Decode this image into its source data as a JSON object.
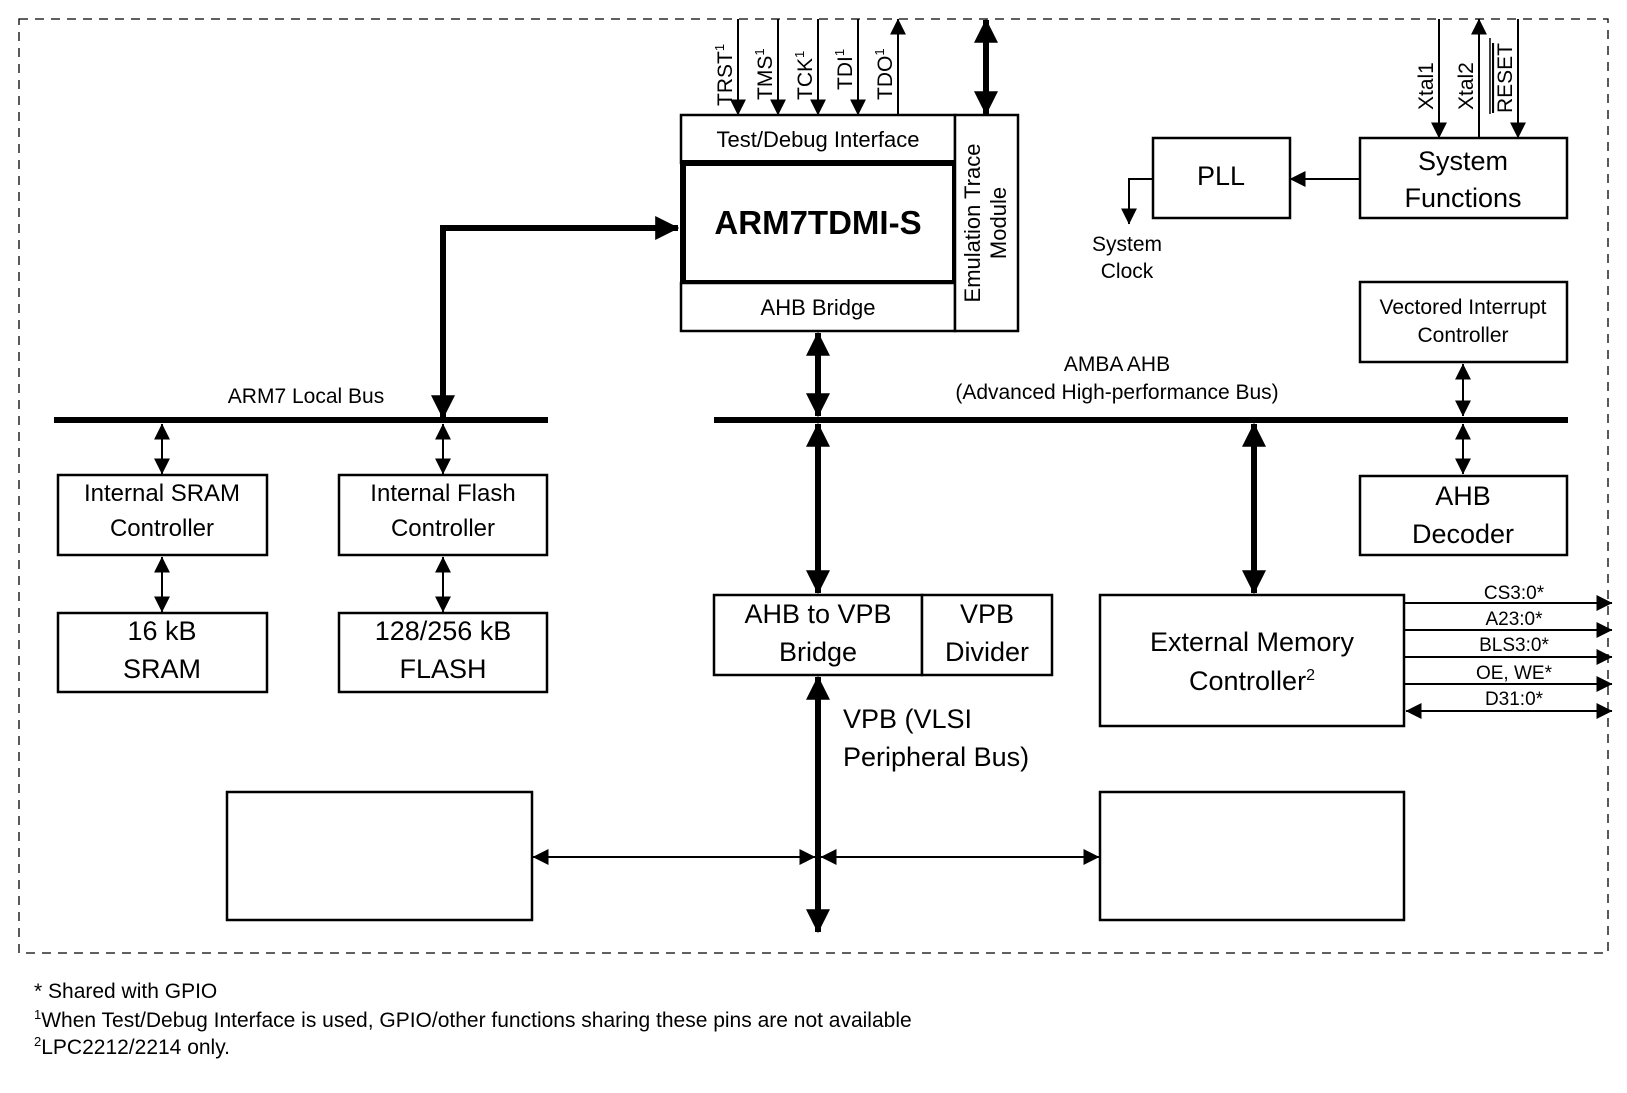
{
  "colors": {
    "ink": "#000000",
    "background": "#ffffff"
  },
  "blocks": {
    "test_debug": "Test/Debug Interface",
    "arm_core": "ARM7TDMI-S",
    "ahb_bridge": "AHB Bridge",
    "emulation_trace": [
      "Emulation Trace",
      "Module"
    ],
    "pll": "PLL",
    "system_functions": [
      "System",
      "Functions"
    ],
    "system_clock": [
      "System",
      "Clock"
    ],
    "vic": [
      "Vectored Interrupt",
      "Controller"
    ],
    "sram_ctrl": [
      "Internal SRAM",
      "Controller"
    ],
    "flash_ctrl": [
      "Internal Flash",
      "Controller"
    ],
    "sram": [
      "16 kB",
      "SRAM"
    ],
    "flash": [
      "128/256 kB",
      "FLASH"
    ],
    "ahb_decoder": [
      "AHB",
      "Decoder"
    ],
    "ahb_vpb_bridge": [
      "AHB to VPB",
      "Bridge"
    ],
    "vpb_divider": [
      "VPB",
      "Divider"
    ],
    "emc": [
      "External Memory",
      "Controller"
    ],
    "emc_sup": "2"
  },
  "jtag_pins": [
    {
      "name": "TRST",
      "sup": "1",
      "dir": "in"
    },
    {
      "name": "TMS",
      "sup": "1",
      "dir": "in"
    },
    {
      "name": "TCK",
      "sup": "1",
      "dir": "in"
    },
    {
      "name": "TDI",
      "sup": "1",
      "dir": "in"
    },
    {
      "name": "TDO",
      "sup": "1",
      "dir": "out"
    }
  ],
  "system_pins": [
    {
      "name": "Xtal1",
      "dir": "in"
    },
    {
      "name": "Xtal2",
      "dir": "out"
    },
    {
      "name": "RESET",
      "dir": "in",
      "overline": true
    }
  ],
  "buses": {
    "local": "ARM7 Local Bus",
    "ahb": [
      "AMBA AHB",
      "(Advanced High-performance Bus)"
    ],
    "vpb": [
      "VPB (VLSI",
      "Peripheral Bus)"
    ]
  },
  "emc_signals": [
    "CS3:0*",
    "A23:0*",
    "BLS3:0*",
    "OE, WE*",
    "D31:0*"
  ],
  "footnotes": {
    "note_star": "* Shared with GPIO",
    "note1_sup": "1",
    "note1": "When Test/Debug Interface is used, GPIO/other functions sharing these pins are not available",
    "note2_sup": "2",
    "note2": "LPC2212/2214 only."
  }
}
